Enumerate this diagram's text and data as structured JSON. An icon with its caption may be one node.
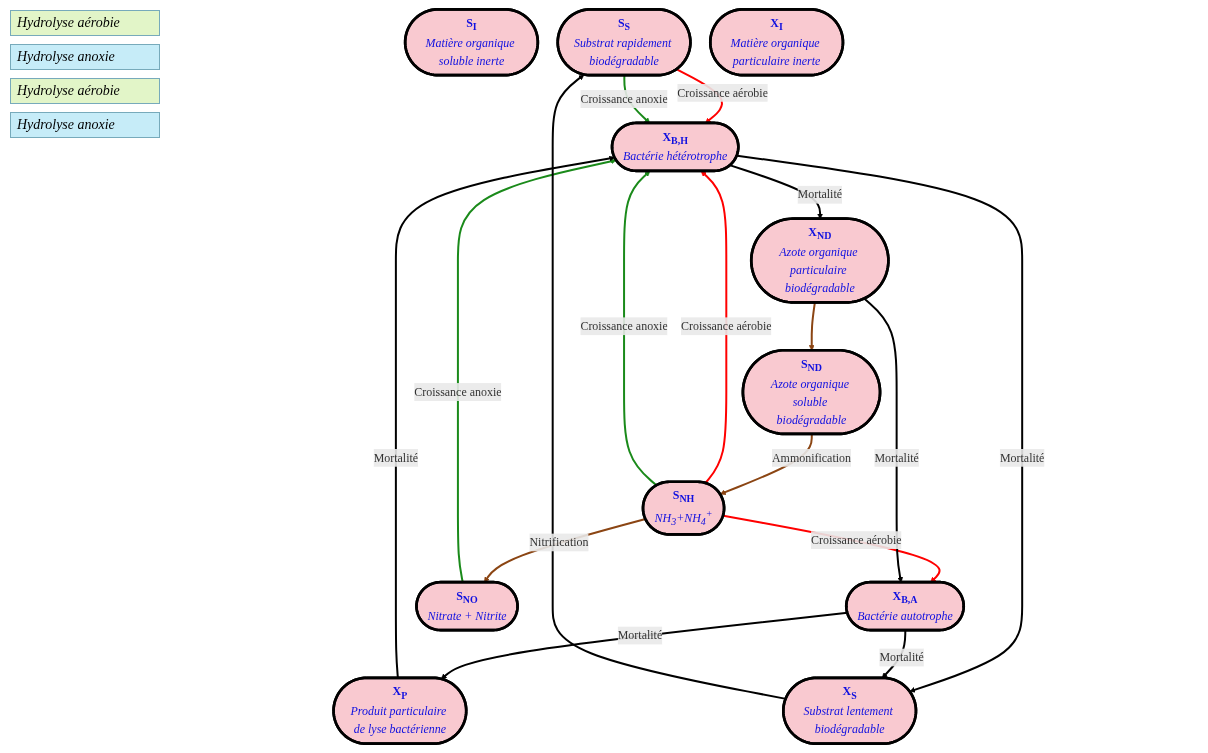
{
  "diagram": {
    "nodes": [
      {
        "text": [
          "S$_{I}$",
          "Matière organique soluble inerte"
        ]
      },
      {
        "text": [
          "S$_{S}$",
          "Substrat rapidement biodégradable"
        ]
      },
      {
        "text": [
          "X$_{B,H}$",
          "Bactérie hétérotrophe"
        ]
      },
      {
        "text": [
          "X$_{ND}$",
          "Azote organique particulaire biodégradable"
        ]
      },
      {
        "text": [
          "S$_{ND}$",
          "Azote organique soluble biodégradable"
        ]
      },
      {
        "text": [
          "S$_{NH}$",
          "NH$_{3}$+NH$_{4}$$^{+}$"
        ]
      },
      {
        "text": [
          "X$_{B,A}$",
          "Bactérie autotrophe"
        ]
      },
      {
        "text": [
          "S$_{NO}$",
          "Nitrate + Nitrite"
        ]
      },
      {
        "text": [
          "X$_{I}$",
          "Matière organique particulaire inerte"
        ]
      },
      {
        "text": [
          "X$_{S}$",
          "Substrat lentement biodégradable"
        ]
      },
      {
        "text": [
          "X$_{P}$",
          "Produit particulaire de lyse bactérienne"
        ]
      }
    ],
    "edges": [
      {
        "from": 1,
        "to": 2,
        "arrow": "to",
        "label": "Croissance aérobie",
        "color": "#ff0000"
      },
      {
        "from": 1,
        "to": 2,
        "arrow": "to",
        "label": "Croissance anoxie",
        "color": "#1a8a1a"
      },
      {
        "from": 5,
        "to": 2,
        "arrow": "to",
        "label": "Croissance aérobie",
        "color": "#ff0000"
      },
      {
        "from": 5,
        "to": 2,
        "arrow": "to",
        "label": "Croissance anoxie",
        "color": "#1a8a1a"
      },
      {
        "from": 7,
        "to": 2,
        "arrow": "to",
        "label": "Croissance anoxie",
        "color": "#1a8a1a"
      },
      {
        "from": 5,
        "to": 6,
        "arrow": "to",
        "label": "Croissance aérobie",
        "color": "#ff0000"
      },
      {
        "from": 3,
        "to": 4,
        "arrow": "to",
        "color": "#8b4513"
      },
      {
        "from": 4,
        "to": 5,
        "arrow": "to",
        "label": "Ammonification",
        "color": "#8b4513"
      },
      {
        "from": 5,
        "to": 7,
        "arrow": "to",
        "label": "Nitrification",
        "color": "#8b4513"
      },
      {
        "from": 2,
        "to": 3,
        "arrow": "to",
        "label": "Mortalité"
      },
      {
        "from": 3,
        "to": 6,
        "arrow": "to",
        "label": "Mortalité"
      },
      {
        "from": 6,
        "to": 10,
        "arrow": "to",
        "label": "Mortalité"
      },
      {
        "from": 10,
        "to": 2,
        "arrow": "to",
        "label": "Mortalité"
      },
      {
        "from": 2,
        "to": 9,
        "arrow": "to",
        "label": "Mortalité"
      },
      {
        "from": 9,
        "to": 1,
        "arrow": "to"
      },
      {
        "from": 6,
        "to": 9,
        "arrow": "to",
        "label": "Mortalité"
      }
    ],
    "labels": [
      "Hydrolyse aérobie",
      "Hydrolyse anoxie",
      "Hydrolyse aérobie",
      "Hydrolyse anoxie"
    ]
  }
}
